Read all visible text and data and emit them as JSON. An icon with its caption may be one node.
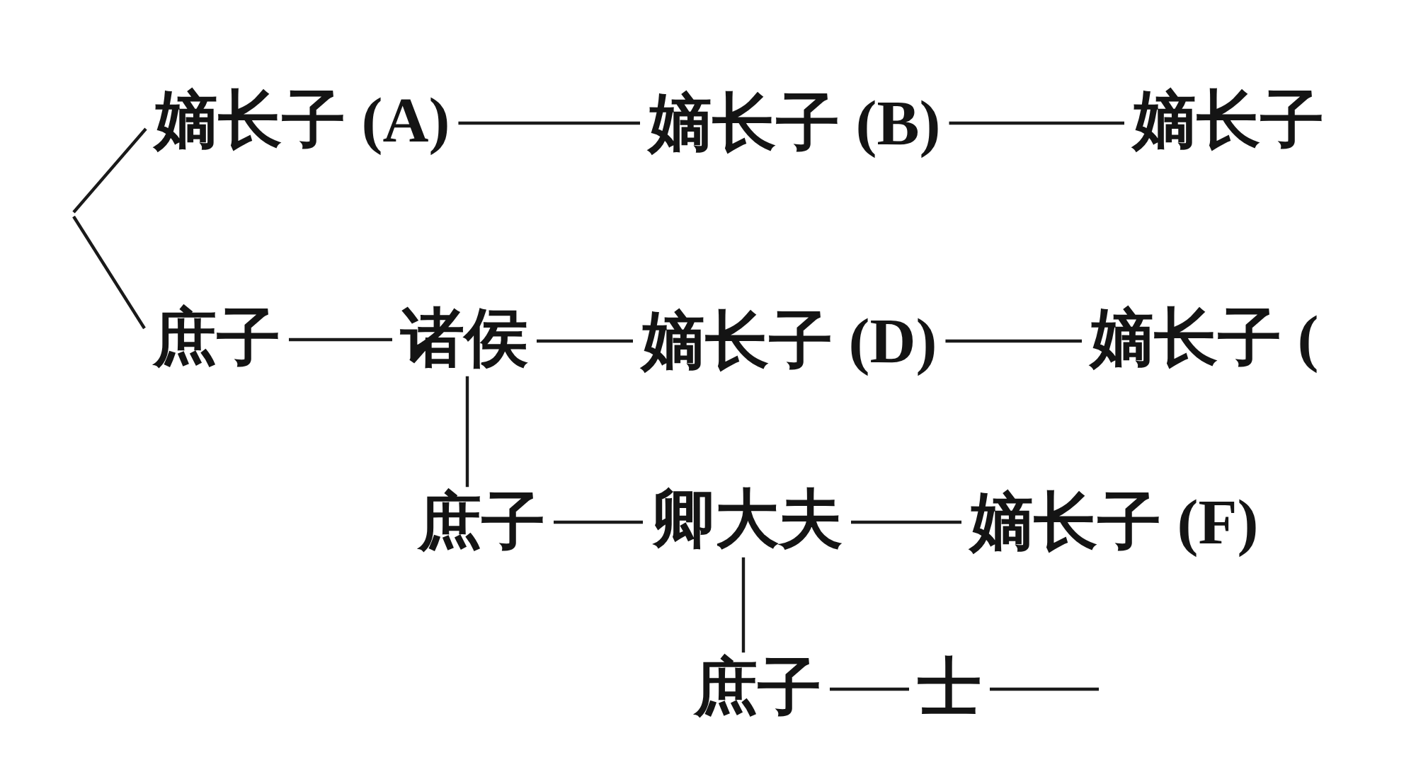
{
  "diagram": {
    "nodes": [
      {
        "text": [
          "嫡长子 (A)"
        ]
      },
      {
        "text": [
          "嫡长子 (B)"
        ]
      },
      {
        "text": [
          "嫡长子"
        ]
      },
      {
        "text": [
          "庶子"
        ]
      },
      {
        "text": [
          "诸侯"
        ]
      },
      {
        "text": [
          "嫡长子 (D)"
        ]
      },
      {
        "text": [
          "嫡长子 ("
        ]
      },
      {
        "text": [
          "庶子"
        ]
      },
      {
        "text": [
          "卿大夫"
        ]
      },
      {
        "text": [
          "嫡长子 (F)"
        ]
      },
      {
        "text": [
          "庶子"
        ]
      },
      {
        "text": [
          "士"
        ]
      }
    ],
    "edges": [
      {
        "from": null,
        "to": 0,
        "arrow": "none"
      },
      {
        "from": null,
        "to": 3,
        "arrow": "none"
      },
      {
        "from": 0,
        "to": 1,
        "arrow": "none"
      },
      {
        "from": 1,
        "to": 2,
        "arrow": "none"
      },
      {
        "from": 3,
        "to": 4,
        "arrow": "none"
      },
      {
        "from": 4,
        "to": 5,
        "arrow": "none"
      },
      {
        "from": 5,
        "to": 6,
        "arrow": "none"
      },
      {
        "from": 4,
        "to": 7,
        "arrow": "none"
      },
      {
        "from": 7,
        "to": 8,
        "arrow": "none"
      },
      {
        "from": 8,
        "to": 9,
        "arrow": "none"
      },
      {
        "from": 8,
        "to": 10,
        "arrow": "none"
      },
      {
        "from": 10,
        "to": 11,
        "arrow": "none"
      },
      {
        "from": 11,
        "to": null,
        "arrow": "none"
      }
    ]
  }
}
